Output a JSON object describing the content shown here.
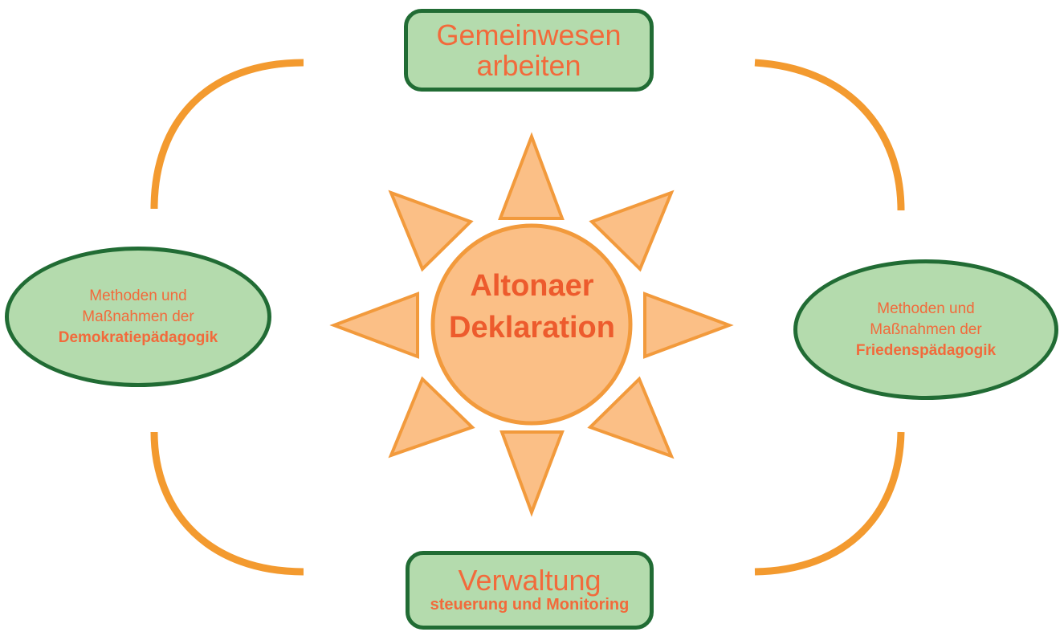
{
  "center": {
    "line1": "Altonaer",
    "line2": "Deklaration"
  },
  "top_box": {
    "line1": "Gemeinwesen",
    "line2": "arbeiten"
  },
  "bottom_box": {
    "line1": "Verwaltung",
    "line2": "steuerung und Monitoring"
  },
  "left_oval": {
    "line1": "Methoden und",
    "line2": "Maßnahmen der",
    "line3": "Demokratiepädagogik"
  },
  "right_oval": {
    "line1": "Methoden und",
    "line2": "Maßnahmen der",
    "line3": "Friedenspädagogik"
  },
  "colors": {
    "sun_fill": "#fbbf86",
    "sun_stroke": "#f29a3c",
    "arc_stroke": "#f39a2f",
    "node_fill": "#b4dbad",
    "node_border": "#216c34",
    "text_orange": "#f26a3b"
  }
}
